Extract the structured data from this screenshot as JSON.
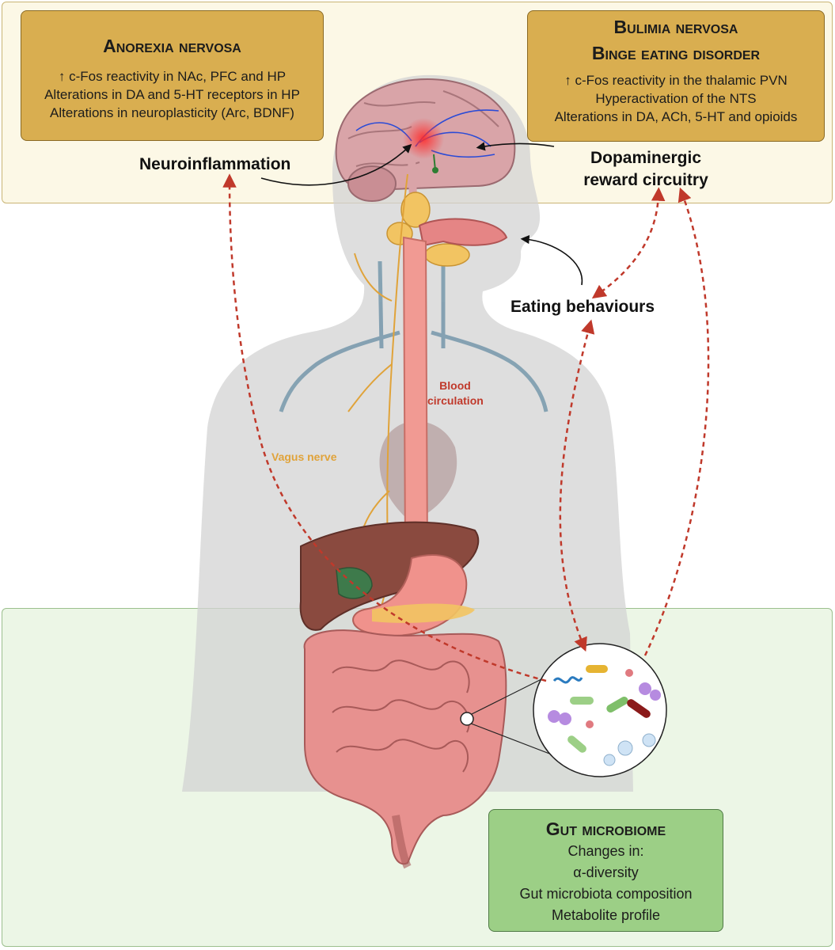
{
  "anorexia": {
    "title": "Anorexia nervosa",
    "lines": [
      "↑ c-Fos reactivity in NAc, PFC and HP",
      "Alterations in DA and 5-HT receptors in HP",
      "Alterations in neuroplasticity (Arc, BDNF)"
    ]
  },
  "bulimia": {
    "title_1": "Bulimia nervosa",
    "title_2": "Binge eating disorder",
    "lines": [
      "↑ c-Fos reactivity in the thalamic PVN",
      "Hyperactivation of the NTS",
      "Alterations in DA, ACh, 5-HT and opioids"
    ]
  },
  "labels": {
    "neuroinflammation": "Neuroinflammation",
    "dopaminergic_1": "Dopaminergic",
    "dopaminergic_2": "reward circuitry",
    "eating": "Eating behaviours",
    "blood_1": "Blood",
    "blood_2": "circulation",
    "vagus": "Vagus nerve"
  },
  "gut": {
    "title": "Gut microbiome",
    "lines": [
      "Changes in:",
      "α-diversity",
      "Gut microbiota composition",
      "Metabolite profile"
    ]
  },
  "colors": {
    "box_gold": "#d9ae50",
    "box_green": "#9ccf86",
    "arrow_red": "#c0392b",
    "vagus_orange": "#e0a33a"
  }
}
